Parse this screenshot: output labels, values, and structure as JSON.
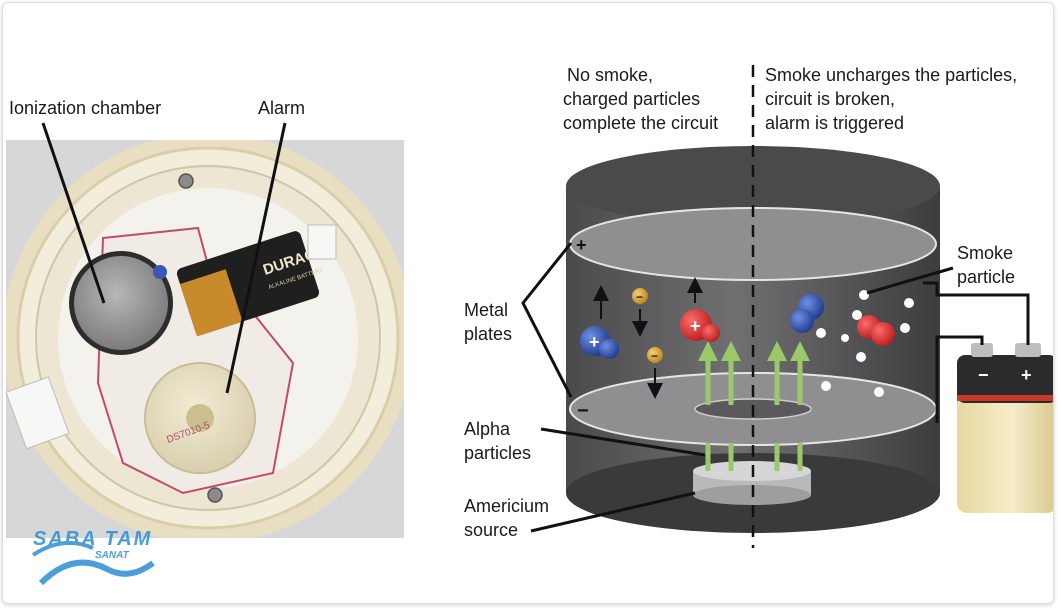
{
  "photo": {
    "labels": {
      "ionization_chamber": "Ionization chamber",
      "alarm": "Alarm"
    },
    "battery_brand": "DURACELL",
    "battery_sub": "ALKALINE BATTERY",
    "alarm_code": "DS7010-5"
  },
  "diagram": {
    "left_caption": [
      "No smoke,",
      "charged particles",
      "complete the circuit"
    ],
    "right_caption": [
      "Smoke uncharges the particles,",
      "circuit is broken,",
      "alarm is triggered"
    ],
    "metal_plates": [
      "Metal",
      "plates"
    ],
    "alpha_particles": [
      "Alpha",
      "particles"
    ],
    "americium_source": [
      "Americium",
      "source"
    ],
    "smoke_particle": [
      "Smoke",
      "particle"
    ],
    "plate_plus": "+",
    "plate_minus": "−",
    "battery_minus": "−",
    "battery_plus": "+",
    "ion_plus": "+",
    "ion_minus": "−"
  },
  "watermark": {
    "line1": "SABA TAM",
    "line2": "SANAT"
  },
  "colors": {
    "cylinder_dark": "#3f3f41",
    "cylinder_mid": "#6b6b6d",
    "plate": "#8e8e90",
    "arrow_green": "#9bc96a",
    "ion_red": "#d92b2b",
    "ion_blue": "#2f4fb0",
    "electron_gold": "#d9a436",
    "battery_body": "#efe3b6",
    "battery_top": "#2b2b2b",
    "battery_band": "#c0392b",
    "watermark_blue": "#2e8ecf"
  }
}
